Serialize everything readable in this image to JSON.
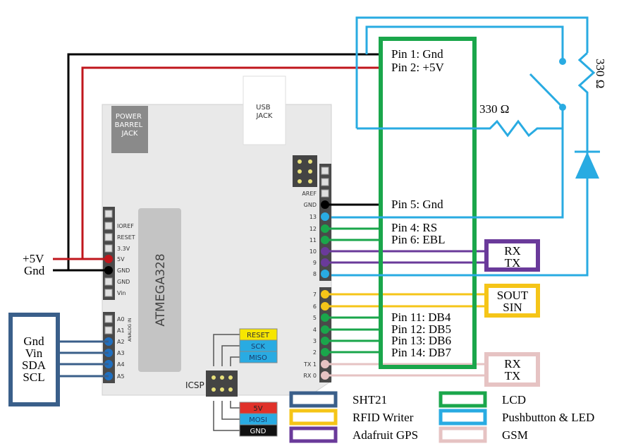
{
  "colors": {
    "lcd": "#1aa64b",
    "pushbutton_led": "#29abe2",
    "sht21": "#3a5f8a",
    "rfid": "#f5c518",
    "gps": "#6a3a9a",
    "gsm": "#e6c3c3",
    "power": "#c0161c",
    "ground": "#000000"
  },
  "board": {
    "power_jack": "POWER BARREL JACK",
    "usb_jack": "USB JACK",
    "chip": "ATMEGA328",
    "analog_in": "ANALOG IN",
    "icsp": "ICSP",
    "power_header": [
      "",
      "IOREF",
      "RESET",
      "3.3V",
      "5V",
      "GND",
      "GND",
      "Vin"
    ],
    "analog_header": [
      "A0",
      "A1",
      "A2",
      "A3",
      "A4",
      "A5"
    ],
    "digital_header_top": [
      "",
      "",
      "AREF",
      "GND",
      "13",
      "12",
      "11",
      "10",
      "9",
      "8"
    ],
    "digital_header_bottom": [
      "7",
      "6",
      "5",
      "4",
      "3",
      "2",
      "TX 1",
      "RX 0"
    ],
    "icsp_labels_top": [
      "RESET",
      "SCK",
      "MISO"
    ],
    "icsp_labels_bottom": [
      "5V",
      "MOSI",
      "GND"
    ]
  },
  "power_labels": {
    "vcc": "+5V",
    "gnd": "Gnd"
  },
  "lcd_pins": {
    "p1": "Pin 1: Gnd",
    "p2": "Pin 2: +5V",
    "p5": "Pin 5: Gnd",
    "p4": "Pin 4: RS",
    "p6": "Pin 6: EBL",
    "p11": "Pin 11: DB4",
    "p12": "Pin 12: DB5",
    "p13": "Pin 13: DB6",
    "p14": "Pin 14: DB7"
  },
  "resistors": {
    "r1": "330 Ω",
    "r2": "330 Ω"
  },
  "sht21_pins": [
    "Gnd",
    "Vin",
    "SDA",
    "SCL"
  ],
  "gps_pins": [
    "RX",
    "TX"
  ],
  "rfid_pins": [
    "SOUT",
    "SIN"
  ],
  "gsm_pins": [
    "RX",
    "TX"
  ],
  "legend": [
    {
      "label": "SHT21",
      "color": "#3a5f8a"
    },
    {
      "label": "RFID Writer",
      "color": "#f5c518"
    },
    {
      "label": "Adafruit GPS",
      "color": "#6a3a9a"
    },
    {
      "label": "LCD",
      "color": "#1aa64b"
    },
    {
      "label": "Pushbutton & LED",
      "color": "#29abe2"
    },
    {
      "label": "GSM",
      "color": "#e6c3c3"
    }
  ]
}
